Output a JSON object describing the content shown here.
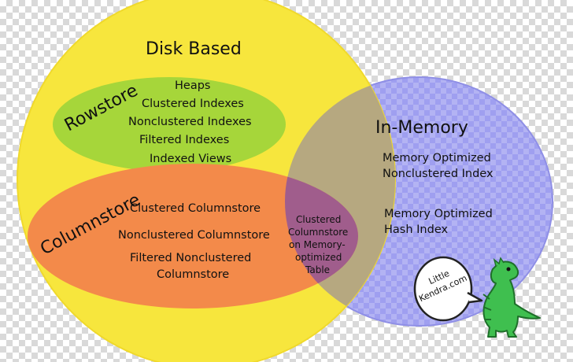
{
  "colors": {
    "disk": "#f7e63d",
    "disk_stroke": "#e6c22a",
    "memory": "#9f9ff0",
    "memory_hatch": "#c8c8f5",
    "rowstore": "#a6d63a",
    "columnstore": "#f38a4a",
    "overlap_disk_memory": "#b6a880",
    "overlap_column_memory": "#a05d8c",
    "dino": "#3fbf4f"
  },
  "disk": {
    "title": "Disk Based"
  },
  "rowstore": {
    "title": "Rowstore",
    "items": [
      "Heaps",
      "Clustered Indexes",
      "Nonclustered Indexes",
      "Filtered Indexes",
      "Indexed Views"
    ]
  },
  "columnstore": {
    "title": "Columnstore",
    "items": [
      "Clustered Columnstore",
      "Nonclustered Columnstore",
      "Filtered Nonclustered",
      "Columnstore"
    ]
  },
  "overlap": {
    "lines": [
      "Clustered",
      "Columnstore",
      "on Memory-",
      "optimized",
      "Table"
    ]
  },
  "memory": {
    "title": "In-Memory",
    "items": [
      [
        "Memory Optimized",
        "Nonclustered Index"
      ],
      [
        "Memory Optimized",
        "Hash Index"
      ]
    ]
  },
  "mascot": {
    "speech_lines": [
      "Little",
      "Kendra.com"
    ],
    "icon": "dinosaur-icon"
  }
}
